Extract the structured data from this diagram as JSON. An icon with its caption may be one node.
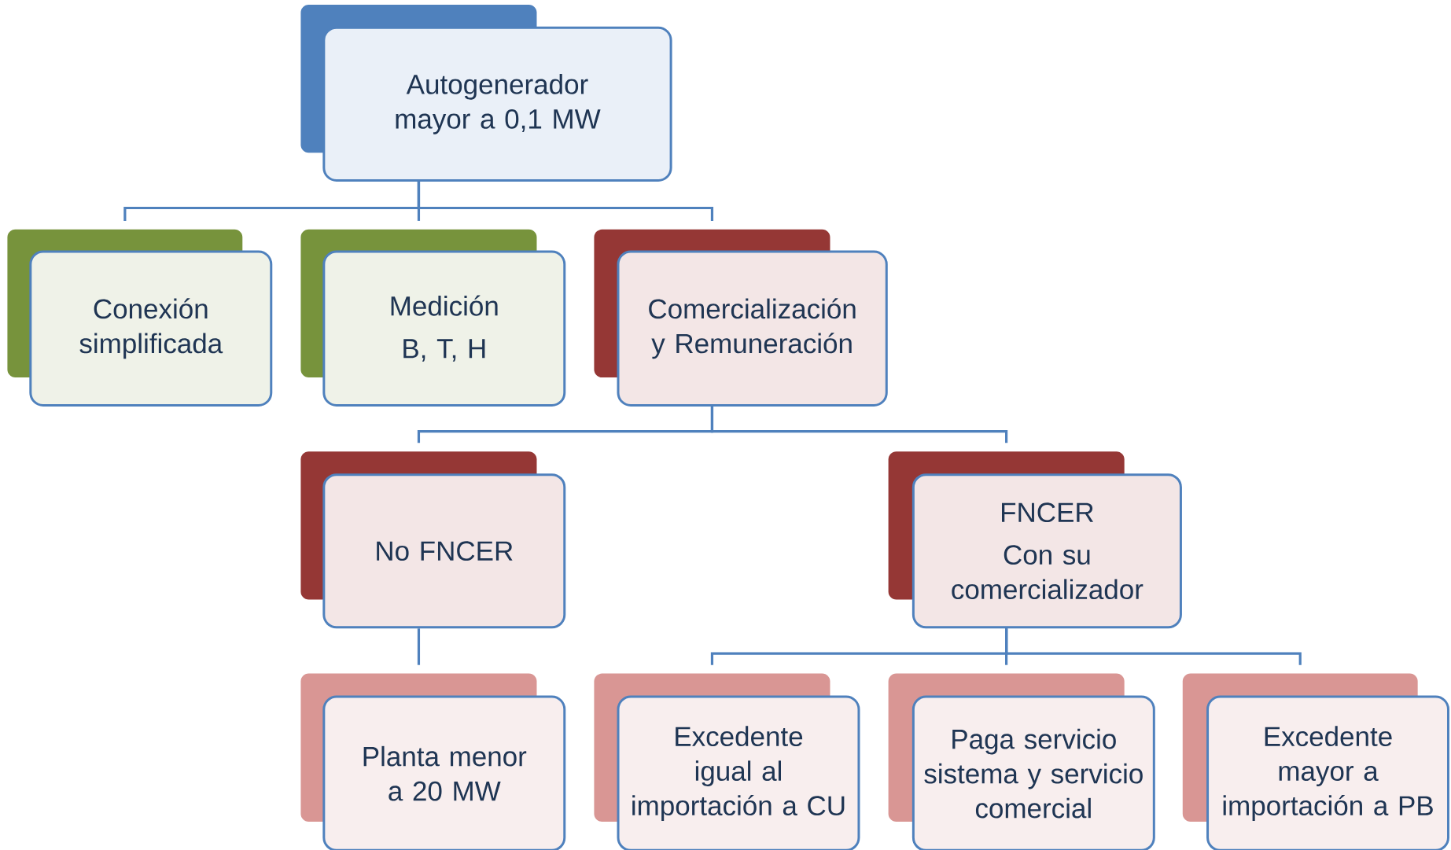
{
  "diagram": {
    "nodes": [
      {
        "text": [
          "Autogenerador mayor a 0,1 MW"
        ]
      },
      {
        "text": [
          "Conexión simplificada"
        ]
      },
      {
        "text": [
          "Medición",
          "B, T, H"
        ]
      },
      {
        "text": [
          "Comercialización y Remuneración"
        ]
      },
      {
        "text": [
          "No FNCER"
        ]
      },
      {
        "text": [
          "FNCER",
          "Con su comercializador"
        ]
      },
      {
        "text": [
          "Planta menor a 20 MW"
        ]
      },
      {
        "text": [
          "Excedente igual al importación a CU"
        ]
      },
      {
        "text": [
          "Paga servicio sistema y servicio comercial"
        ]
      },
      {
        "text": [
          "Excedente mayor a importación a PB"
        ]
      }
    ],
    "edges": [
      {
        "from": 0,
        "to": 1,
        "arrow": "none"
      },
      {
        "from": 0,
        "to": 2,
        "arrow": "none"
      },
      {
        "from": 0,
        "to": 3,
        "arrow": "none"
      },
      {
        "from": 3,
        "to": 4,
        "arrow": "none"
      },
      {
        "from": 3,
        "to": 5,
        "arrow": "none"
      },
      {
        "from": 4,
        "to": 6,
        "arrow": "none"
      },
      {
        "from": 5,
        "to": 7,
        "arrow": "none"
      },
      {
        "from": 5,
        "to": 8,
        "arrow": "none"
      },
      {
        "from": 5,
        "to": 9,
        "arrow": "none"
      }
    ]
  }
}
